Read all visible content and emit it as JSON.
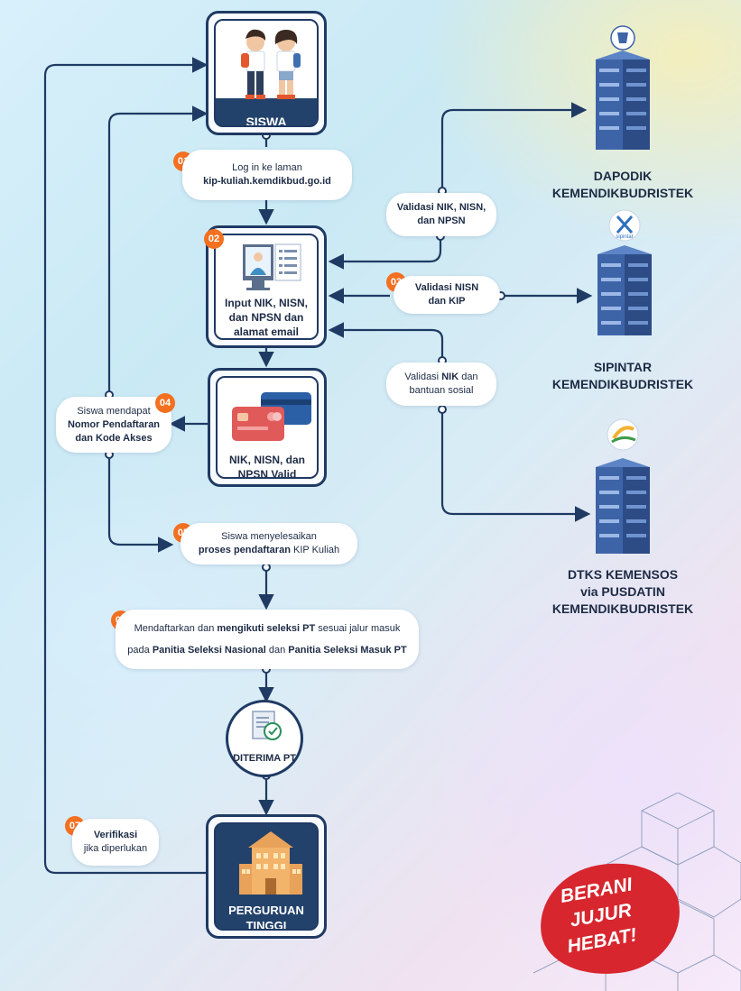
{
  "nodes": {
    "siswa": {
      "label": "SISWA"
    },
    "input": {
      "line1": "Input NIK, NISN,",
      "line2": "dan NPSN dan",
      "line3": "alamat email"
    },
    "valid": {
      "line1": "NIK, NISN, dan",
      "line2": "NPSN Valid"
    },
    "diterima": {
      "label": "DITERIMA PT"
    },
    "pt": {
      "line1": "PERGURUAN",
      "line2": "TINGGI"
    }
  },
  "steps": {
    "s01": {
      "num": "01",
      "line1": "Log in ke laman",
      "line2": "kip-kuliah.kemdikbud.go.id"
    },
    "s02": {
      "num": "02"
    },
    "s03": {
      "num": "03",
      "line1": "Validasi NISN",
      "line2": "dan KIP"
    },
    "s04": {
      "num": "04",
      "line1": "Siswa mendapat",
      "line2": "Nomor Pendaftaran",
      "line3": "dan Kode Akses"
    },
    "s05": {
      "num": "05",
      "line1": "Siswa menyelesaikan",
      "line2a": "proses pendaftaran",
      "line2b": " KIP Kuliah"
    },
    "s06": {
      "num": "06",
      "l1a": "Mendaftarkan dan ",
      "l1b": "mengikuti seleksi PT",
      "l1c": " sesuai jalur masuk",
      "l2a": "pada ",
      "l2b": "Panitia Seleksi Nasional",
      "l2c": " dan ",
      "l2d": "Panitia Seleksi Masuk PT"
    },
    "s07": {
      "num": "07",
      "line1": "Verifikasi",
      "line2": "jika diperlukan"
    }
  },
  "validations": {
    "v1": {
      "line1": "Validasi NIK, NISN,",
      "line2": "dan NPSN"
    },
    "v3": {
      "line1a": "Validasi ",
      "line1b": "NIK",
      "line1c": " dan",
      "line2": "bantuan sosial"
    }
  },
  "servers": {
    "dapodik": {
      "line1": "DAPODIK",
      "line2": "KEMENDIKBUDRISTEK"
    },
    "sipintar": {
      "line1": "SIPINTAR",
      "line2": "KEMENDIKBUDRISTEK",
      "logo_text": "sipintar"
    },
    "dtks": {
      "line1": "DTKS KEMENSOS",
      "line2": "via PUSDATIN",
      "line3": "KEMENDIKBUDRISTEK"
    }
  },
  "slogan": {
    "line1": "BERANI",
    "line2": "JUJUR",
    "line3": "HEBAT!"
  },
  "colors": {
    "navy": "#1f3a63",
    "orange": "#f37021",
    "red": "#d7262e",
    "server_blue": "#3e64a8"
  }
}
